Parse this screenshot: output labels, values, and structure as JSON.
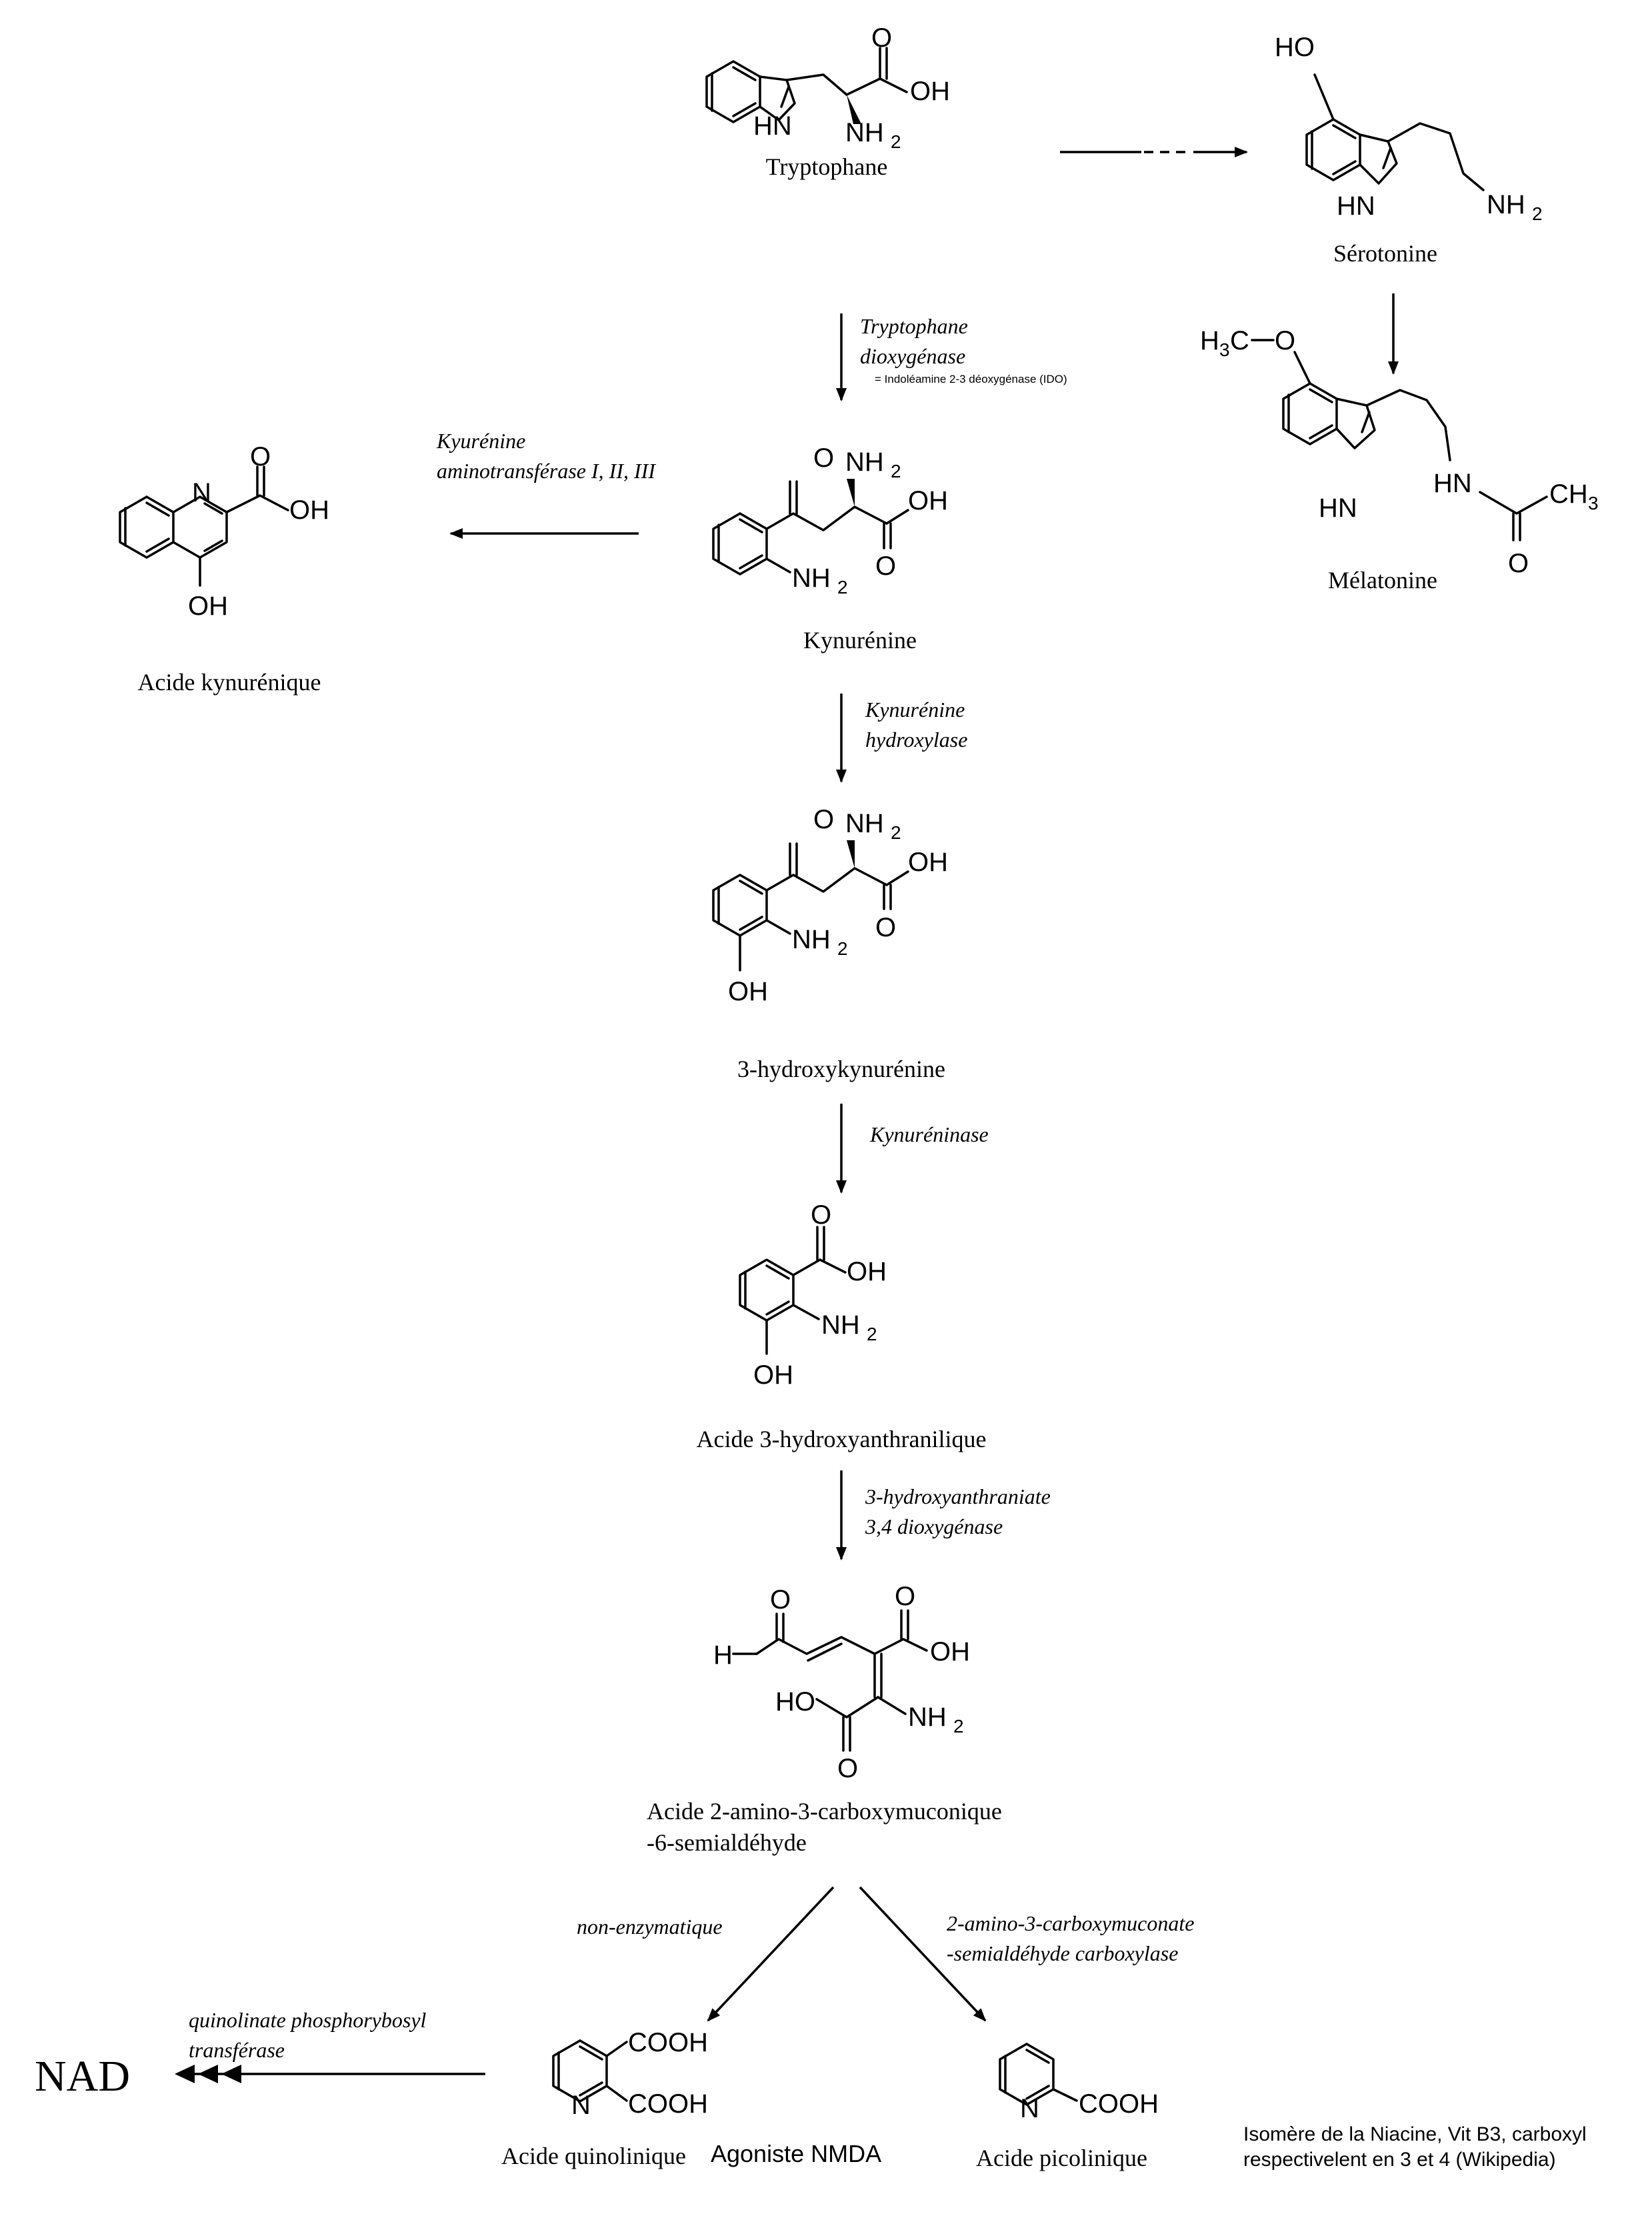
{
  "compounds": {
    "tryptophan": "Tryptophane",
    "serotonin": "Sérotonine",
    "melatonin": "Mélatonine",
    "kynurenine": "Kynurénine",
    "kynurenic_acid": "Acide kynurénique",
    "hydroxykynurenine": "3-hydroxykynurénine",
    "hydroxyanthranilic_acid": "Acide 3-hydroxyanthranilique",
    "acms_line1": "Acide 2-amino-3-carboxymuconique",
    "acms_line2": "-6-semialdéhyde",
    "quinolinic_acid": "Acide quinolinique",
    "picolinic_acid": "Acide picolinique",
    "nad": "NAD"
  },
  "enzymes": {
    "tdo_line1": "Tryptophane",
    "tdo_line2": "dioxygénase",
    "tdo_note": "= Indoléamine 2-3 déoxygénase (IDO)",
    "kat_line1": "Kyurénine",
    "kat_line2": "aminotransférase I, II, III",
    "kmo_line1": "Kynurénine",
    "kmo_line2": "hydroxylase",
    "kynureninase": "Kynuréninase",
    "haao_line1": "3-hydroxyanthraniate",
    "haao_line2": "3,4 dioxygénase",
    "non_enzymatic": "non-enzymatique",
    "acmsd_line1": "2-amino-3-carboxymuconate",
    "acmsd_line2": "-semialdéhyde carboxylase",
    "qprt_line1": "quinolinate phosphorybosyl",
    "qprt_line2": "transférase"
  },
  "annotations": {
    "nmda": "Agoniste NMDA",
    "isomer_line1": "Isomère de la Niacine, Vit B3, carboxyl",
    "isomer_line2": "respectivelent en 3 et 4 (Wikipedia)"
  },
  "atoms": {
    "oh": "OH",
    "ho": "HO",
    "hn": "HN",
    "nh": "NH",
    "sub2": "2",
    "sub3": "3",
    "o": "O",
    "n": "N",
    "h": "H",
    "h3c": "H",
    "c": "C",
    "ch": "CH",
    "cooh": "COOH"
  }
}
